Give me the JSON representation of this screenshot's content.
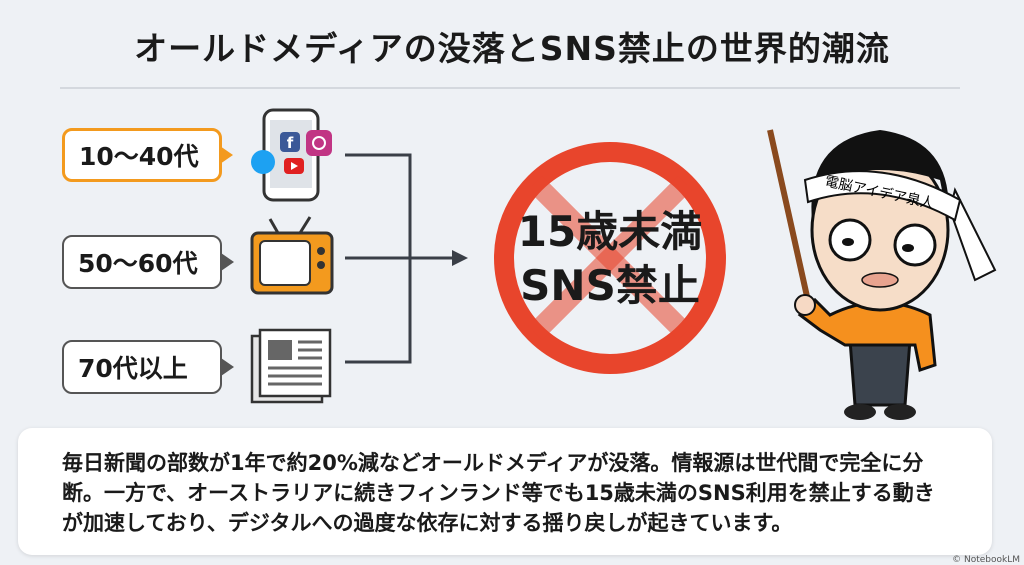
{
  "title": "オールドメディアの没落とSNS禁止の世界的潮流",
  "groups": [
    {
      "label": "10〜40代",
      "icon": "smartphone-sns-icon"
    },
    {
      "label": "50〜60代",
      "icon": "television-icon"
    },
    {
      "label": "70代以上",
      "icon": "newspaper-icon"
    }
  ],
  "ban": {
    "line1": "15歳未満",
    "line2": "SNS禁止"
  },
  "character": {
    "headband": "電脳アイデア泉人"
  },
  "summary": "毎日新聞の部数が1年で約20%減などオールドメディアが没落。情報源は世代間で完全に分断。一方で、オーストラリアに続きフィンランド等でも15歳未満のSNS利用を禁止する動きが加速しており、デジタルへの過度な依存に対する揺り戻しが起きています。",
  "watermark": "© NotebookLM",
  "colors": {
    "accent": "#f39a1e",
    "ban": "#e8452c"
  }
}
